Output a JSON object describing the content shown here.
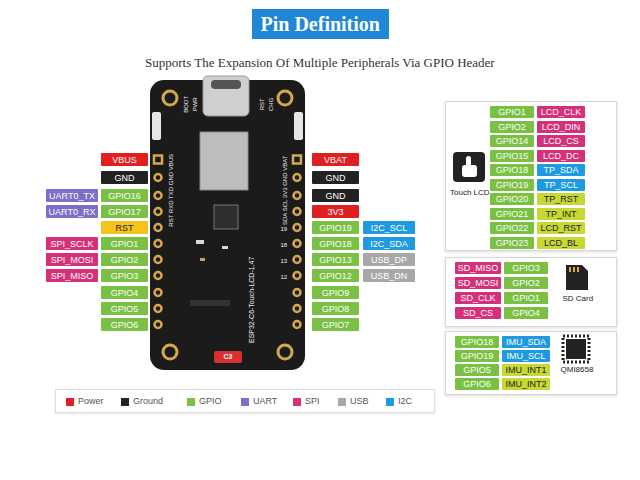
{
  "diagram": {
    "title": "Pin Definition",
    "nodes": [
      {
        "text": [
          "VBUS"
        ]
      },
      {
        "text": [
          "GND"
        ]
      },
      {
        "text": [
          "UART0_TX"
        ]
      },
      {
        "text": [
          "GPIO16"
        ]
      },
      {
        "text": [
          "UART0_RX"
        ]
      },
      {
        "text": [
          "GPIO17"
        ]
      },
      {
        "text": [
          "RST"
        ]
      },
      {
        "text": [
          "SPI_SCLK"
        ]
      },
      {
        "text": [
          "GPIO1"
        ]
      },
      {
        "text": [
          "SPI_MOSI"
        ]
      },
      {
        "text": [
          "GPIO2"
        ]
      },
      {
        "text": [
          "SPI_MISO"
        ]
      },
      {
        "text": [
          "GPIO3"
        ]
      },
      {
        "text": [
          "GPIO4"
        ]
      },
      {
        "text": [
          "GPIO5"
        ]
      },
      {
        "text": [
          "GPIO6"
        ]
      },
      {
        "text": [
          "VBAT"
        ]
      },
      {
        "text": [
          "GND"
        ]
      },
      {
        "text": [
          "GND"
        ]
      },
      {
        "text": [
          "3V3"
        ]
      },
      {
        "text": [
          "GPIO19"
        ]
      },
      {
        "text": [
          "I2C_SCL"
        ]
      },
      {
        "text": [
          "GPIO18"
        ]
      },
      {
        "text": [
          "I2C_SDA"
        ]
      },
      {
        "text": [
          "GPIO13"
        ]
      },
      {
        "text": [
          "USB_DP"
        ]
      },
      {
        "text": [
          "GPIO12"
        ]
      },
      {
        "text": [
          "USB_DN"
        ]
      },
      {
        "text": [
          "GPIO9"
        ]
      },
      {
        "text": [
          "GPIO8"
        ]
      },
      {
        "text": [
          "GPIO7"
        ]
      },
      {
        "text": [
          "Touch LCD"
        ]
      },
      {
        "text": [
          "GPIO1"
        ],
        "in": 31
      },
      {
        "text": [
          "LCD_CLK"
        ],
        "in": 31
      },
      {
        "text": [
          "GPIO2"
        ],
        "in": 31
      },
      {
        "text": [
          "LCD_DIN"
        ],
        "in": 31
      },
      {
        "text": [
          "GPIO14"
        ],
        "in": 31
      },
      {
        "text": [
          "LCD_CS"
        ],
        "in": 31
      },
      {
        "text": [
          "GPIO15"
        ],
        "in": 31
      },
      {
        "text": [
          "LCD_DC"
        ],
        "in": 31
      },
      {
        "text": [
          "GPIO18"
        ],
        "in": 31
      },
      {
        "text": [
          "TP_SDA"
        ],
        "in": 31
      },
      {
        "text": [
          "GPIO19"
        ],
        "in": 31
      },
      {
        "text": [
          "TP_SCL"
        ],
        "in": 31
      },
      {
        "text": [
          "GPIO20"
        ],
        "in": 31
      },
      {
        "text": [
          "TP_RST"
        ],
        "in": 31
      },
      {
        "text": [
          "GPIO21"
        ],
        "in": 31
      },
      {
        "text": [
          "TP_INT"
        ],
        "in": 31
      },
      {
        "text": [
          "GPIO22"
        ],
        "in": 31
      },
      {
        "text": [
          "LCD_RST"
        ],
        "in": 31
      },
      {
        "text": [
          "GPIO23"
        ],
        "in": 31
      },
      {
        "text": [
          "LCD_BL"
        ],
        "in": 31
      },
      {
        "text": [
          "SD Card"
        ]
      },
      {
        "text": [
          "SD_MISO"
        ],
        "in": 52
      },
      {
        "text": [
          "GPIO3"
        ],
        "in": 52
      },
      {
        "text": [
          "SD_MOSI"
        ],
        "in": 52
      },
      {
        "text": [
          "GPIO2"
        ],
        "in": 52
      },
      {
        "text": [
          "SD_CLK"
        ],
        "in": 52
      },
      {
        "text": [
          "GPIO1"
        ],
        "in": 52
      },
      {
        "text": [
          "SD_CS"
        ],
        "in": 52
      },
      {
        "text": [
          "GPIO4"
        ],
        "in": 52
      },
      {
        "text": [
          "QMI8658"
        ]
      },
      {
        "text": [
          "GPIO18"
        ],
        "in": 61
      },
      {
        "text": [
          "IMU_SDA"
        ],
        "in": 61
      },
      {
        "text": [
          "GPIO19"
        ],
        "in": 61
      },
      {
        "text": [
          "IMU_SCL"
        ],
        "in": 61
      },
      {
        "text": [
          "GPIO5"
        ],
        "in": 61
      },
      {
        "text": [
          "IMU_INT1"
        ],
        "in": 61
      },
      {
        "text": [
          "GPIO6"
        ],
        "in": 61
      },
      {
        "text": [
          "IMU_INT2"
        ],
        "in": 61
      }
    ],
    "labels": [
      "Supports The Expansion Of Multiple Peripherals Via GPIO Header",
      "BOOT",
      "PWR",
      "RST",
      "CHG",
      "RST RXD TXD GND VBUS",
      "SDA SCL 3V3 GND VBAT",
      "19",
      "18",
      "13",
      "12",
      "ESP32-C6-Touch-LCD-1.47",
      "C3"
    ],
    "legend": [
      {
        "text": "Power",
        "color": "#e02020"
      },
      {
        "text": "Ground",
        "color": "#222222"
      },
      {
        "text": "GPIO",
        "color": "#7ac143"
      },
      {
        "text": "UART",
        "color": "#7b6fc9"
      },
      {
        "text": "SPI",
        "color": "#d6307a"
      },
      {
        "text": "USB",
        "color": "#a8a8a8"
      },
      {
        "text": "I2C",
        "color": "#1e9be0"
      }
    ]
  }
}
